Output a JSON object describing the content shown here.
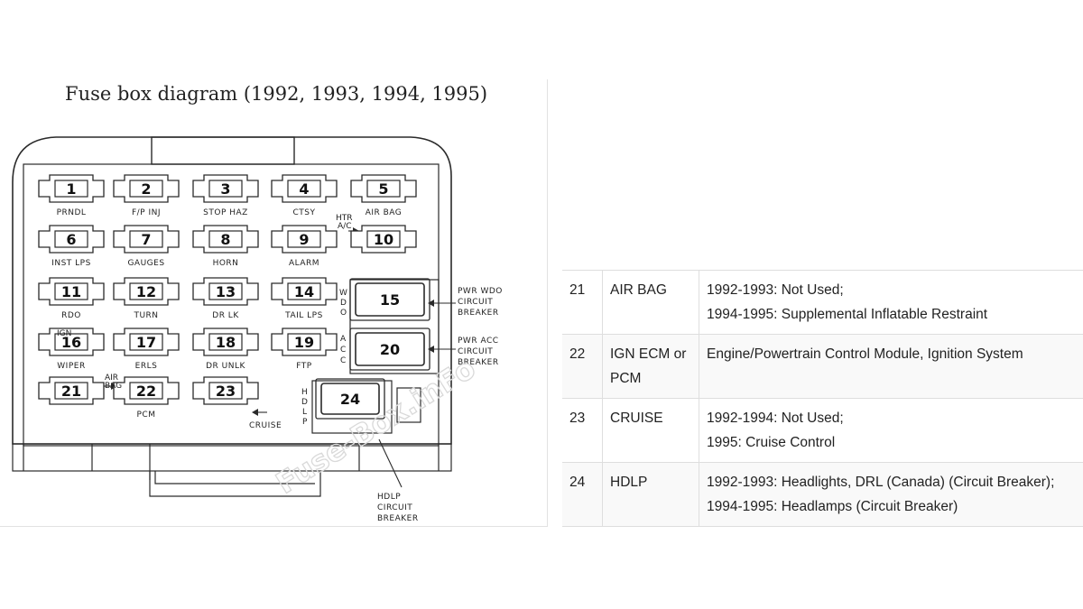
{
  "diagram_title": "Fuse box diagram (1992, 1993, 1994, 1995)",
  "fuses": [
    {
      "num": "1",
      "label": "PRNDL"
    },
    {
      "num": "2",
      "label": "F/P INJ"
    },
    {
      "num": "3",
      "label": "STOP HAZ"
    },
    {
      "num": "4",
      "label": "CTSY"
    },
    {
      "num": "5",
      "label": "AIR BAG"
    },
    {
      "num": "6",
      "label": "INST LPS"
    },
    {
      "num": "7",
      "label": "GAUGES"
    },
    {
      "num": "8",
      "label": "HORN"
    },
    {
      "num": "9",
      "label": "ALARM"
    },
    {
      "num": "10",
      "label": ""
    },
    {
      "num": "11",
      "label": "RDO"
    },
    {
      "num": "12",
      "label": "TURN"
    },
    {
      "num": "13",
      "label": "DR LK"
    },
    {
      "num": "14",
      "label": "TAIL LPS"
    },
    {
      "num": "15",
      "label": ""
    },
    {
      "num": "16",
      "label": "WIPER"
    },
    {
      "num": "17",
      "label": "ERLS"
    },
    {
      "num": "18",
      "label": "DR UNLK"
    },
    {
      "num": "19",
      "label": "FTP"
    },
    {
      "num": "20",
      "label": ""
    },
    {
      "num": "21",
      "label": ""
    },
    {
      "num": "22",
      "label": "PCM"
    },
    {
      "num": "23",
      "label": ""
    },
    {
      "num": "24",
      "label": ""
    }
  ],
  "small_labels": {
    "htr_ac": [
      "HTR",
      "A/C"
    ],
    "ign": "IGN",
    "air_bag_small": [
      "AIR",
      "BAG"
    ],
    "cruise": "CRUISE"
  },
  "side_letters": {
    "wdo": [
      "W",
      "D",
      "O"
    ],
    "acc": [
      "A",
      "C",
      "C"
    ],
    "hdlp": [
      "H",
      "D",
      "L",
      "P"
    ]
  },
  "breakers": {
    "pwr_wdo": [
      "PWR WDO",
      "CIRCUIT",
      "BREAKER"
    ],
    "pwr_acc": [
      "PWR ACC",
      "CIRCUIT",
      "BREAKER"
    ],
    "hdlp": [
      "HDLP",
      "CIRCUIT",
      "BREAKER"
    ]
  },
  "watermark": "Fuse-Box.inFo",
  "table": {
    "rows": [
      {
        "num": "21",
        "name": [
          "AIR BAG"
        ],
        "desc": [
          "1992-1993: Not Used;",
          "1994-1995: Supplemental Inflatable Restraint"
        ]
      },
      {
        "num": "22",
        "name": [
          "IGN ECM or",
          "PCM"
        ],
        "desc": [
          "Engine/Powertrain Control Module, Ignition System"
        ]
      },
      {
        "num": "23",
        "name": [
          "CRUISE"
        ],
        "desc": [
          "1992-1994: Not Used;",
          "1995: Cruise Control"
        ]
      },
      {
        "num": "24",
        "name": [
          "HDLP"
        ],
        "desc": [
          "1992-1993: Headlights, DRL (Canada) (Circuit Breaker);",
          "1994-1995: Headlamps (Circuit Breaker)"
        ]
      }
    ]
  },
  "colors": {
    "line": "#2a2a2a",
    "text": "#222222",
    "border": "#dedede",
    "watermark": "#d9d9d9"
  }
}
